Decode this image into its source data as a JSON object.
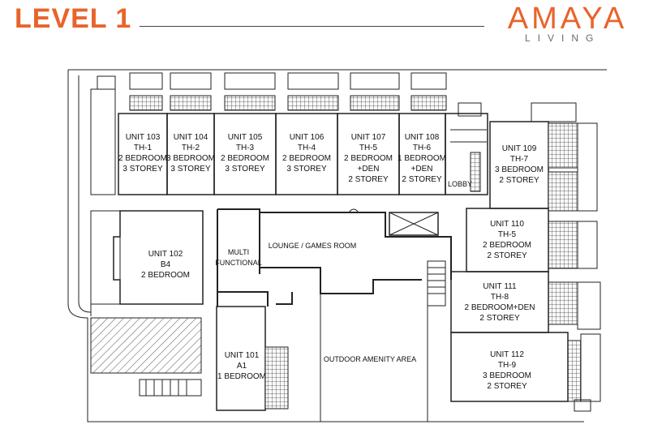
{
  "header": {
    "level_title": "LEVEL 1",
    "logo_word": "AMAYA",
    "logo_sub": "LIVING",
    "accent_color": "#e8642b"
  },
  "units": [
    {
      "id": "103",
      "lines": [
        "UNIT 103",
        "TH-1",
        "2 BEDROOM",
        "3 STOREY"
      ]
    },
    {
      "id": "104",
      "lines": [
        "UNIT 104",
        "TH-2",
        "3 BEDROOM",
        "3 STOREY"
      ]
    },
    {
      "id": "105",
      "lines": [
        "UNIT 105",
        "TH-3",
        "2 BEDROOM",
        "3 STOREY"
      ]
    },
    {
      "id": "106",
      "lines": [
        "UNIT 106",
        "TH-4",
        "2 BEDROOM",
        "3 STOREY"
      ]
    },
    {
      "id": "107",
      "lines": [
        "UNIT 107",
        "TH-5",
        "2 BEDROOM",
        "+DEN",
        "2 STOREY"
      ]
    },
    {
      "id": "108",
      "lines": [
        "UNIT 108",
        "TH-6",
        "1 BEDROOM",
        "+DEN",
        "2 STOREY"
      ]
    },
    {
      "id": "109",
      "lines": [
        "UNIT 109",
        "TH-7",
        "3 BEDROOM",
        "2 STOREY"
      ]
    },
    {
      "id": "110",
      "lines": [
        "UNIT 110",
        "TH-5",
        "2 BEDROOM",
        "2 STOREY"
      ]
    },
    {
      "id": "111",
      "lines": [
        "UNIT 111",
        "TH-8",
        "2 BEDROOM+DEN",
        "2 STOREY"
      ]
    },
    {
      "id": "112",
      "lines": [
        "UNIT 112",
        "TH-9",
        "3 BEDROOM",
        "2 STOREY"
      ]
    },
    {
      "id": "102",
      "lines": [
        "UNIT 102",
        "B4",
        "2 BEDROOM"
      ]
    },
    {
      "id": "101",
      "lines": [
        "UNIT 101",
        "A1",
        "1 BEDROOM"
      ]
    }
  ],
  "rooms": {
    "lobby": "LOBBY",
    "multi": [
      "MULTI",
      "FUNCTIONAL"
    ],
    "lounge": "LOUNGE / GAMES ROOM",
    "outdoor": "OUTDOOR AMENITY AREA"
  }
}
